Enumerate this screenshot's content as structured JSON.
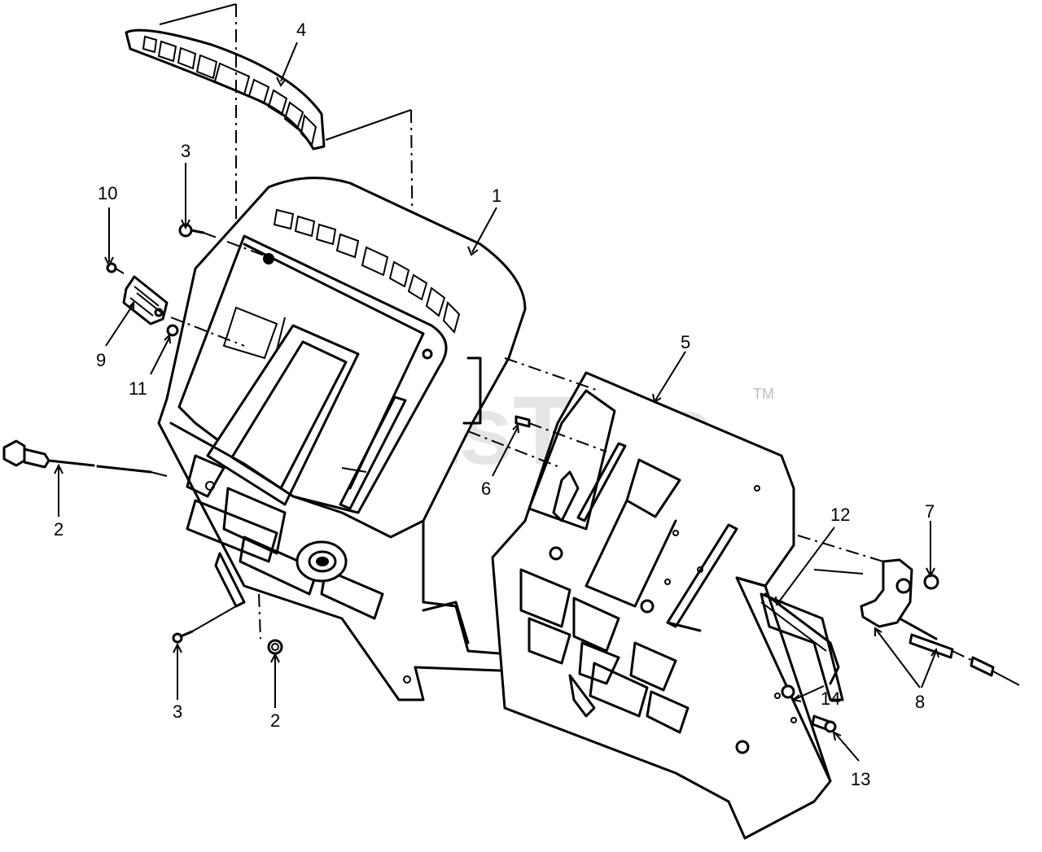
{
  "watermark": {
    "text": "PartsTree",
    "trademark": "TM"
  },
  "callouts": {
    "c1": "1",
    "c2a": "2",
    "c2b": "2",
    "c3a": "3",
    "c3b": "3",
    "c4": "4",
    "c5": "5",
    "c6": "6",
    "c7": "7",
    "c8": "8",
    "c9": "9",
    "c10": "10",
    "c11": "11",
    "c12": "12",
    "c13": "13",
    "c14": "14"
  },
  "parts": [
    {
      "ref": "1",
      "name": "dash-panel"
    },
    {
      "ref": "2",
      "name": "choke-cable-and-nut"
    },
    {
      "ref": "3",
      "name": "screw"
    },
    {
      "ref": "4",
      "name": "grille-insert"
    },
    {
      "ref": "5",
      "name": "dash-support-bracket"
    },
    {
      "ref": "6",
      "name": "bolt"
    },
    {
      "ref": "7",
      "name": "nut"
    },
    {
      "ref": "8",
      "name": "throttle-bracket-and-cable"
    },
    {
      "ref": "9",
      "name": "switch"
    },
    {
      "ref": "10",
      "name": "small-screw"
    },
    {
      "ref": "11",
      "name": "washer"
    },
    {
      "ref": "12",
      "name": "support-rod"
    },
    {
      "ref": "13",
      "name": "bolt"
    },
    {
      "ref": "14",
      "name": "nut"
    }
  ]
}
